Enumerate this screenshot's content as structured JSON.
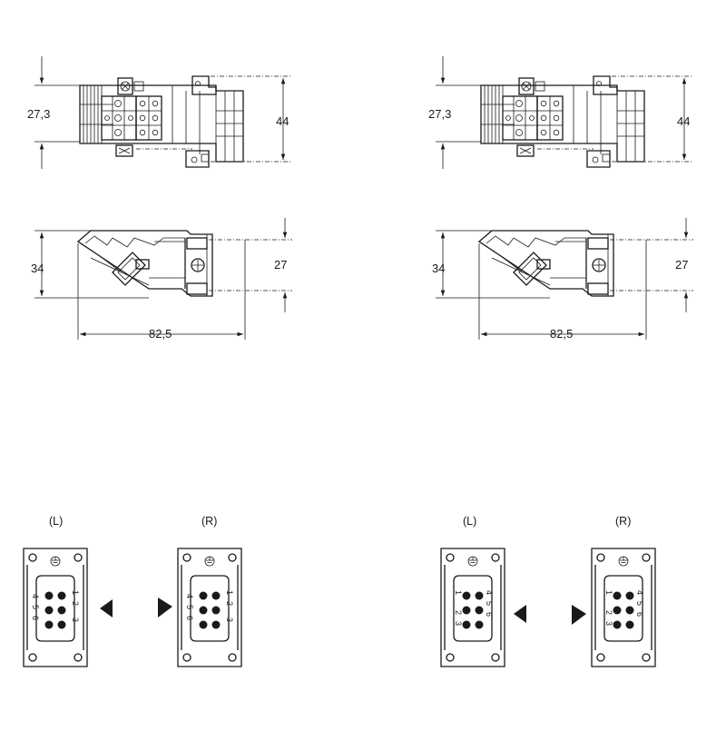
{
  "dimensions": {
    "height_upper": "27,3",
    "height_upper_outer": "44",
    "height_lower": "34",
    "height_lower_inner": "27",
    "length": "82,5"
  },
  "face_labels": {
    "left": "(L)",
    "right": "(R)"
  },
  "pin_numbers": [
    "1",
    "2",
    "3",
    "4",
    "5",
    "6"
  ],
  "icons": [
    "ground-symbol-icon",
    "direction-arrow-icon",
    "pin-contact-icon"
  ]
}
